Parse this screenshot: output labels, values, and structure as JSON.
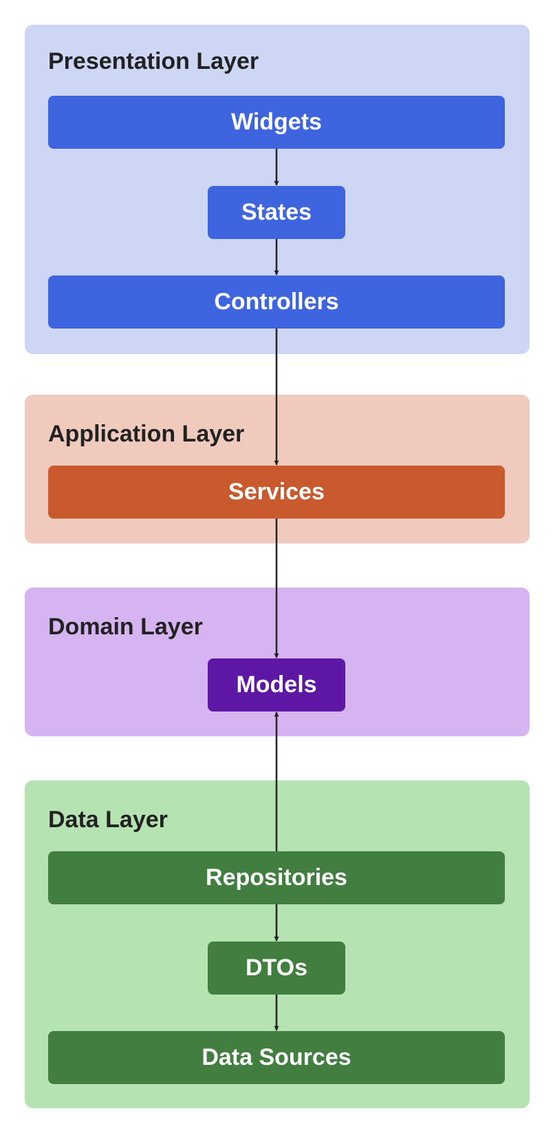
{
  "colors": {
    "presentation_bg": "#cdd6f4",
    "presentation_node": "#3e64e0",
    "application_bg": "#f0cbbd",
    "application_node": "#c95a2e",
    "domain_bg": "#d6b4f2",
    "domain_node": "#5e17a4",
    "data_bg": "#b5e3b2",
    "data_node": "#417e3f",
    "arrow": "#222222"
  },
  "layers": {
    "presentation": {
      "title": "Presentation Layer",
      "widgets": "Widgets",
      "states": "States",
      "controllers": "Controllers"
    },
    "application": {
      "title": "Application Layer",
      "services": "Services"
    },
    "domain": {
      "title": "Domain Layer",
      "models": "Models"
    },
    "data": {
      "title": "Data Layer",
      "repositories": "Repositories",
      "dtos": "DTOs",
      "data_sources": "Data Sources"
    }
  }
}
